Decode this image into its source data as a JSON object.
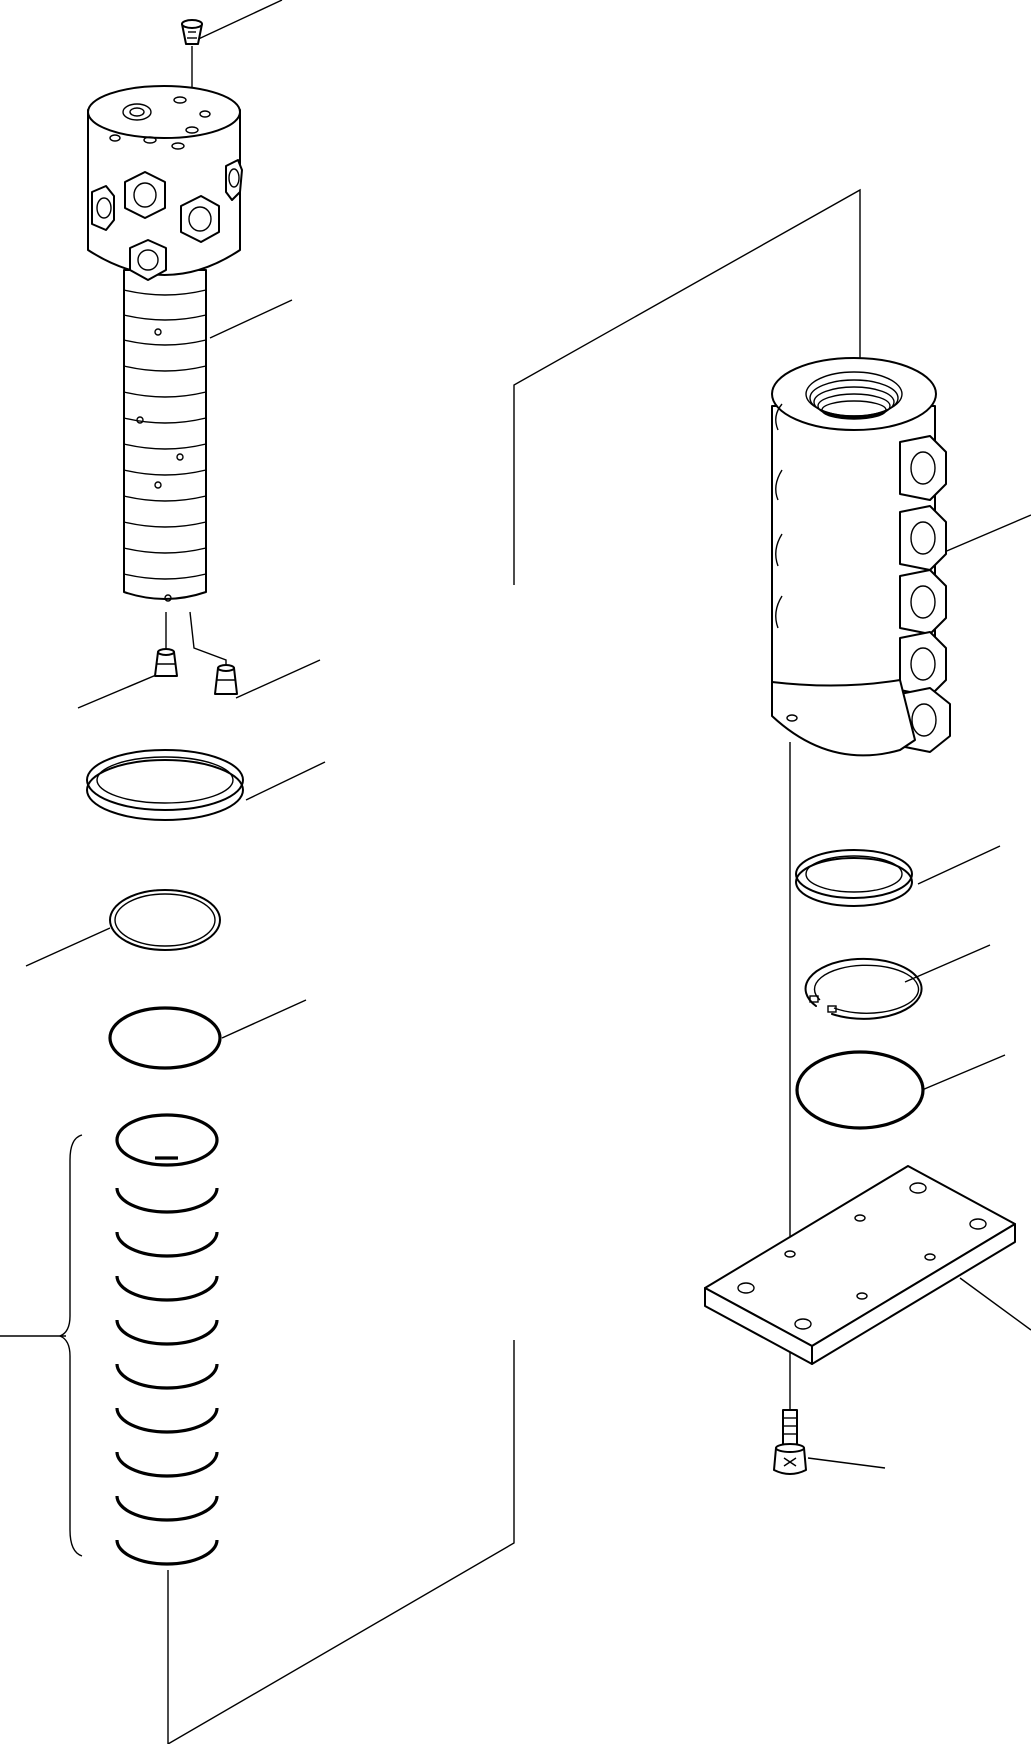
{
  "figure": {
    "kind": "exploded-parts-drawing",
    "colors": {
      "line": "#000000",
      "background": "#ffffff"
    }
  },
  "parts": [
    {
      "id": "plug-top",
      "icon": "tapered-plug-icon"
    },
    {
      "id": "rotor-shaft",
      "icon": "swivel-rotor-icon"
    },
    {
      "id": "plug-left",
      "icon": "tapered-plug-icon"
    },
    {
      "id": "plug-right",
      "icon": "tapered-plug-icon"
    },
    {
      "id": "ring-large",
      "icon": "flat-ring-icon"
    },
    {
      "id": "ring-thin",
      "icon": "thin-ring-icon"
    },
    {
      "id": "o-ring",
      "icon": "o-ring-icon"
    },
    {
      "id": "seal-stack",
      "icon": "seal-stack-icon",
      "count": 10
    },
    {
      "id": "housing",
      "icon": "swivel-housing-icon"
    },
    {
      "id": "ring-small",
      "icon": "flat-ring-icon"
    },
    {
      "id": "snap-ring",
      "icon": "snap-ring-icon"
    },
    {
      "id": "o-ring-right",
      "icon": "o-ring-icon"
    },
    {
      "id": "cover-plate",
      "icon": "cover-plate-icon"
    },
    {
      "id": "bolt",
      "icon": "hex-socket-bolt-icon"
    }
  ]
}
